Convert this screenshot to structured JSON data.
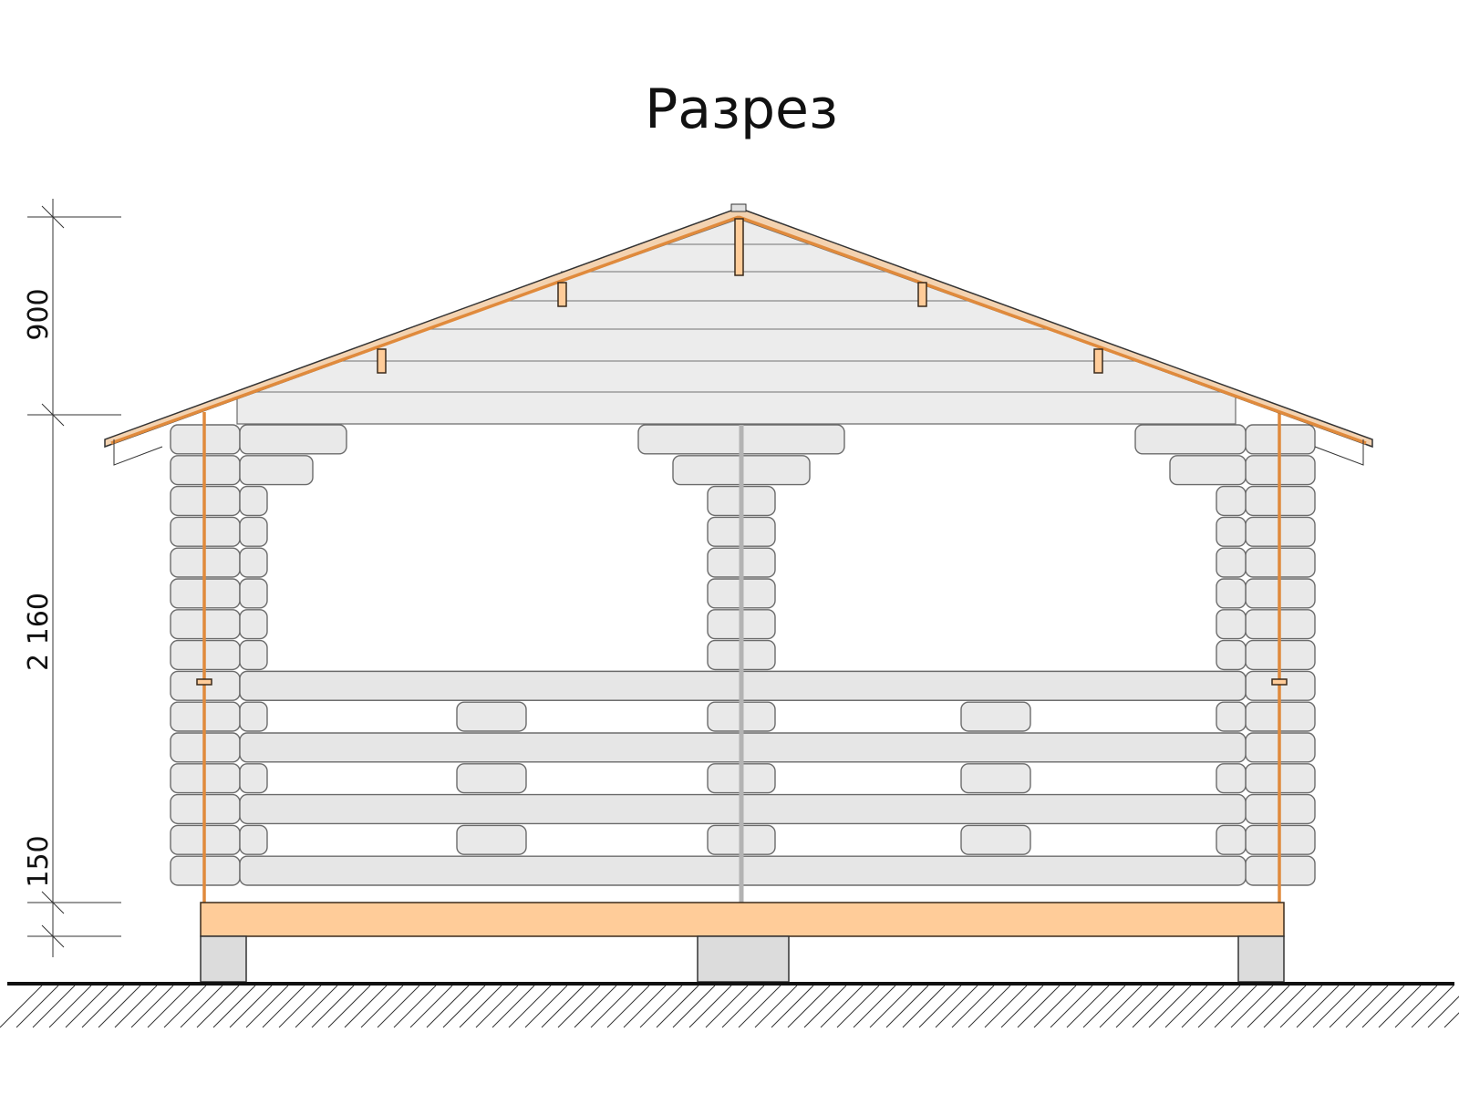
{
  "title": "Разрез",
  "dimensions": {
    "roof_height": "900",
    "wall_height": "2 160",
    "base_height": "150"
  },
  "colors": {
    "wood": "#ffcc99",
    "log": "#e9e9e9",
    "outline": "#6b6b6b",
    "roof": "#e08a3c"
  }
}
